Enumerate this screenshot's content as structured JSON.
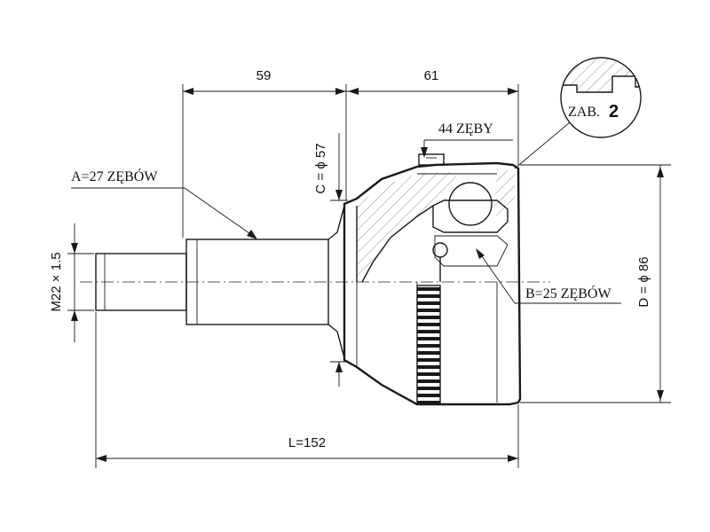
{
  "dimensions": {
    "length_59": "59",
    "length_61": "61",
    "outer_teeth": "44 ZĘBY",
    "inner_spline": "A=27 ZĘBÓW",
    "stub_thread": "M22 × 1.5",
    "seal_diameter": "C = ϕ 57",
    "inner_teeth": "B=25 ZĘBÓW",
    "outer_diameter": "D = ϕ 86",
    "total_length": "L=152"
  },
  "detail": {
    "label": "ZAB.",
    "number": "2"
  }
}
